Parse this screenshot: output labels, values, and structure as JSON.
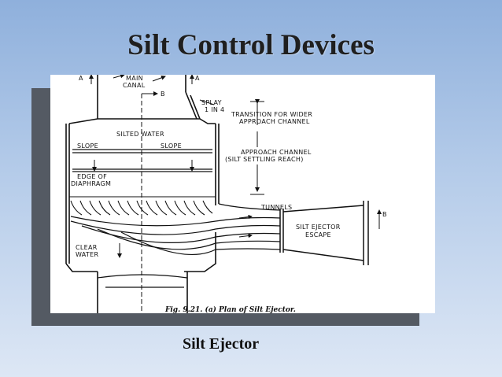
{
  "slide": {
    "title": "Silt Control Devices",
    "caption": "Silt Ejector"
  },
  "figure": {
    "labels": {
      "a_left": "A",
      "a_right": "A",
      "main_canal_1": "MAIN",
      "main_canal_2": "CANAL",
      "b_top": "B",
      "splay_1": "SPLAY",
      "splay_2": "1 IN 4",
      "silted_water": "SILTED WATER",
      "slope_left": "SLOPE",
      "slope_right": "SLOPE",
      "edge_1": "EDGE OF",
      "edge_2": "DIAPHRAGM",
      "transition_1": "TRANSITION FOR WIDER",
      "transition_2": "APPROACH CHANNEL",
      "approach_1": "APPROACH CHANNEL",
      "approach_2": "(SILT SETTLING REACH)",
      "tunnels": "TUNNELS",
      "ejector_1": "SILT EJECTOR",
      "ejector_2": "ESCAPE",
      "b_right": "B",
      "clear_1": "CLEAR",
      "clear_2": "WATER",
      "fig_caption": "Fig. 9.21. (a) Plan of Silt Ejector."
    }
  }
}
